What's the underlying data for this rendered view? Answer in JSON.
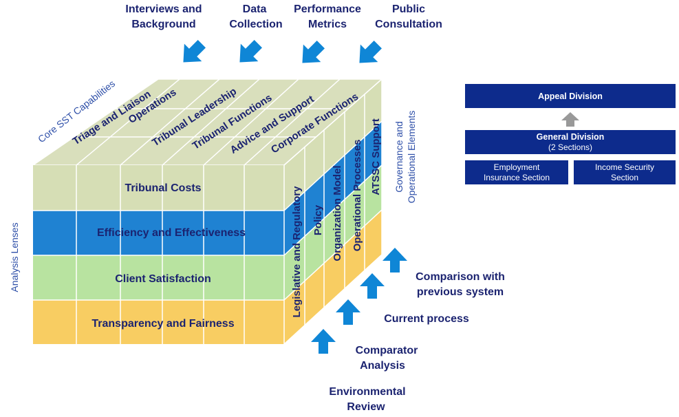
{
  "colors": {
    "navy_text": "#1b2370",
    "side_label": "#2e4fa8",
    "costs_band": "#d6deb5",
    "efficiency_band": "#1f82d2",
    "satisfaction_band": "#b8e3a0",
    "transparency_band": "#f8cd62",
    "org_box": "#0d2b8c",
    "arrow": "#0f86d6",
    "up_arrow_small": "#999999"
  },
  "top_inputs": [
    {
      "line1": "Interviews and",
      "line2": "Background"
    },
    {
      "line1": "Data",
      "line2": "Collection"
    },
    {
      "line1": "Performance",
      "line2": "Metrics"
    },
    {
      "line1": "Public",
      "line2": "Consultation"
    }
  ],
  "axis_labels": {
    "top": "Core SST Capabilities",
    "left": "Analysis Lenses",
    "right_line1": "Governance and",
    "right_line2": "Operational Elements"
  },
  "capabilities": [
    "Triage and Liaison",
    "Operations",
    "Tribunal Leadership",
    "Tribunal Functions",
    "Advice and Support",
    "Corporate Functions"
  ],
  "lenses": [
    "Tribunal Costs",
    "Efficiency and Effectiveness",
    "Client Satisfaction",
    "Transparency and Fairness"
  ],
  "governance": [
    "Legislative and Regulatory",
    "Policy",
    "Organization Model",
    "Operational Processes",
    "ATSSC Support"
  ],
  "bottom_inputs": [
    {
      "line1": "Comparison with",
      "line2": "previous system"
    },
    {
      "line1": "Current process",
      "line2": ""
    },
    {
      "line1": "Comparator",
      "line2": "Analysis"
    },
    {
      "line1": "Environmental",
      "line2": "Review"
    }
  ],
  "org_chart": {
    "appeal": "Appeal Division",
    "general_title": "General Division",
    "general_sub": "(2 Sections)",
    "employment_line1": "Employment",
    "employment_line2": "Insurance Section",
    "income_line1": "Income Security",
    "income_line2": "Section"
  }
}
